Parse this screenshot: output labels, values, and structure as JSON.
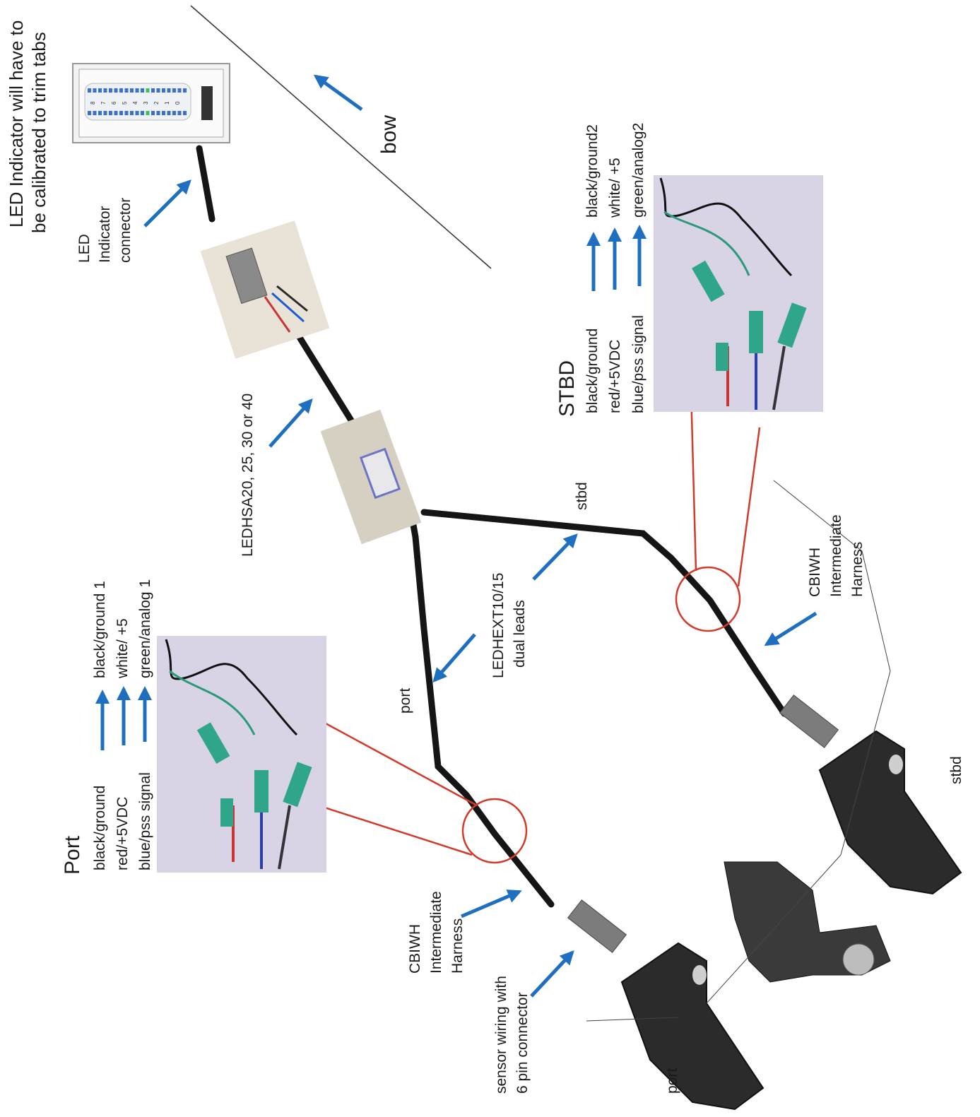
{
  "title_line1": "LED Indicator will have to",
  "title_line2": "be calibrated to trim tabs",
  "bow": "bow",
  "led_connector": [
    "LED",
    "Indicator",
    "connector"
  ],
  "ledhsa": "LEDHSA20, 25, 30 or 40",
  "ledhext": [
    "LEDHEXT10/15",
    "dual leads"
  ],
  "port_lead": "port",
  "stbd_lead": "stbd",
  "port_block": {
    "heading": "Port",
    "left": [
      "black/ground",
      "red/+5VDC",
      "blue/pss signal"
    ],
    "right": [
      "black/ground 1",
      "white/ +5",
      "green/analog 1"
    ]
  },
  "stbd_block": {
    "heading": "STBD",
    "left": [
      "black/ground",
      "red/+5VDC",
      "blue/pss signal"
    ],
    "right": [
      "black/ground2",
      "white/ +5",
      "green/analog2"
    ]
  },
  "cbiwh_port": [
    "CBIWH",
    "Intermediate",
    "Harness"
  ],
  "cbiwh_stbd": [
    "CBIWH",
    "Intermediate",
    "Harness"
  ],
  "sensor_wiring": [
    "sensor wiring with",
    "6 pin connector"
  ],
  "tab_port": "port",
  "tab_stbd": "stbd",
  "indicator_numbers": [
    "8",
    "7",
    "6",
    "5",
    "4",
    "3",
    "2",
    "1",
    "0"
  ],
  "colors": {
    "arrow": "#1f6fc0",
    "callout": "#d23a2a",
    "cable": "#151515",
    "photo_bg": "#d9d3e6"
  }
}
